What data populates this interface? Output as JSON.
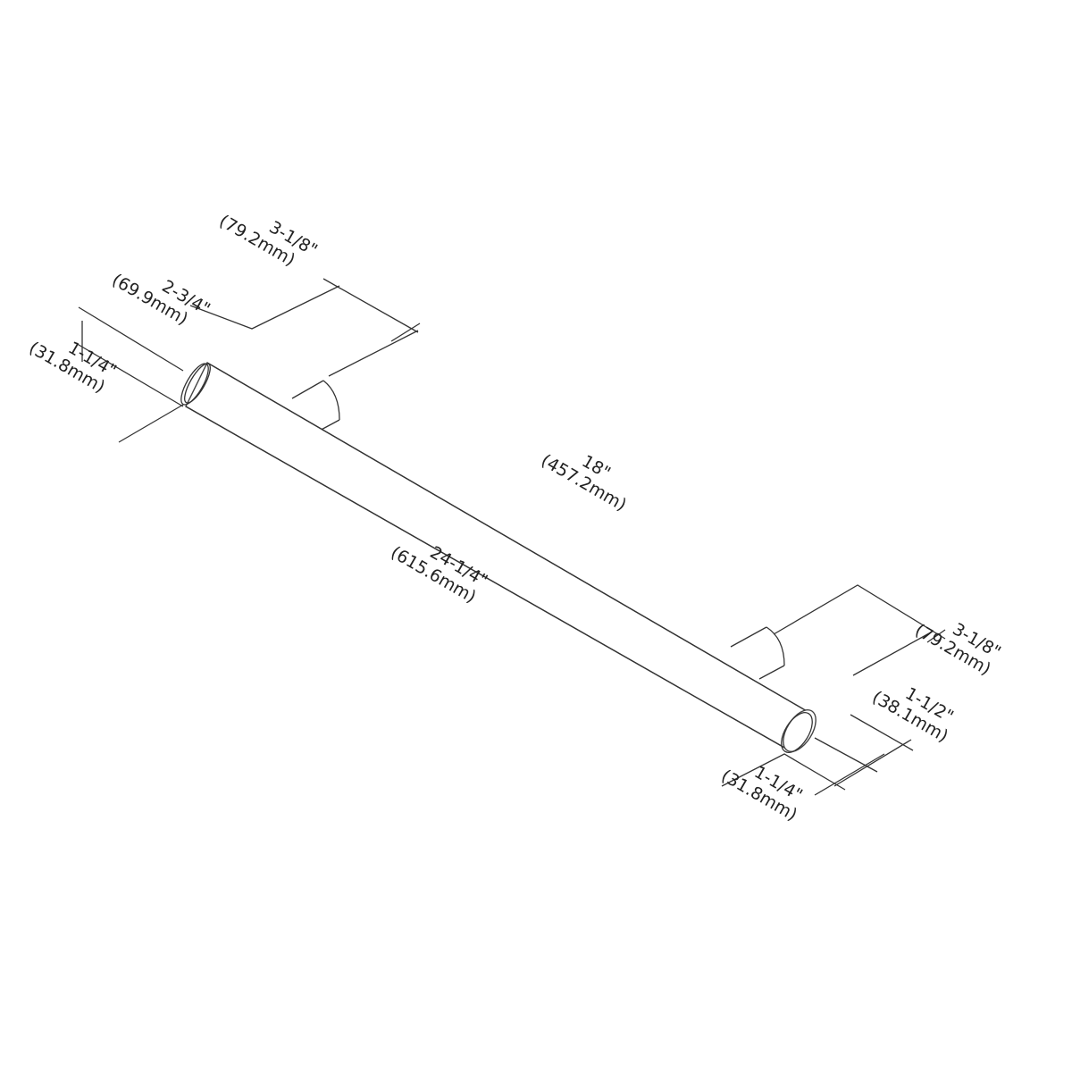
{
  "diagram": {
    "title": "Bar cabinet pull dimension drawing",
    "dimensions": {
      "post_height_top": {
        "imperial": "3-1/8\"",
        "metric": "(79.2mm)"
      },
      "bar_projection": {
        "imperial": "2-3/4\"",
        "metric": "(69.9mm)"
      },
      "end_diameter_left": {
        "imperial": "1-1/4\"",
        "metric": "(31.8mm)"
      },
      "center_to_center": {
        "imperial": "18\"",
        "metric": "(457.2mm)"
      },
      "overall_length": {
        "imperial": "24-1/4\"",
        "metric": "(615.6mm)"
      },
      "post_height_right": {
        "imperial": "3-1/8\"",
        "metric": "(79.2mm)"
      },
      "post_spacing": {
        "imperial": "1-1/2\"",
        "metric": "(38.1mm)"
      },
      "end_diameter_right": {
        "imperial": "1-1/4\"",
        "metric": "(31.8mm)"
      }
    }
  }
}
